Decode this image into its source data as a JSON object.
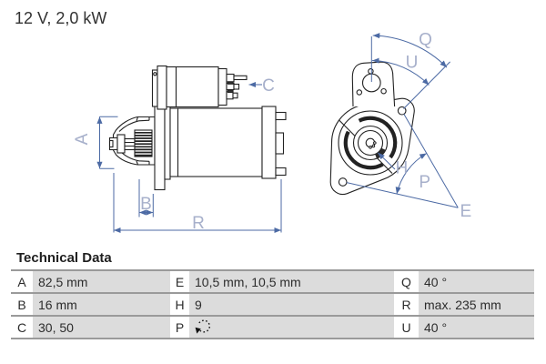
{
  "title": "12 V, 2,0 kW",
  "drawing": {
    "labels": {
      "A": "A",
      "B": "B",
      "C": "C",
      "R": "R",
      "Q": "Q",
      "U": "U",
      "H": "H",
      "P": "P",
      "E": "E"
    },
    "line_color": "#4c6aa4",
    "label_color": "#a7b0cb",
    "ink_color": "#222222"
  },
  "table": {
    "heading": "Technical Data",
    "rows": [
      {
        "k1": "A",
        "v1": "82,5 mm",
        "k2": "E",
        "v2": "10,5 mm, 10,5 mm",
        "k3": "Q",
        "v3": "40 °"
      },
      {
        "k1": "B",
        "v1": "16 mm",
        "k2": "H",
        "v2": "9",
        "k3": "R",
        "v3": "max. 235 mm"
      },
      {
        "k1": "C",
        "v1": "30, 50",
        "k2": "P",
        "v2": "",
        "k3": "U",
        "v3": "40 °"
      }
    ],
    "p_icon": "ccw-rotation",
    "cell_bg": "#dcdcdc",
    "line_color": "#9a9a9a"
  }
}
